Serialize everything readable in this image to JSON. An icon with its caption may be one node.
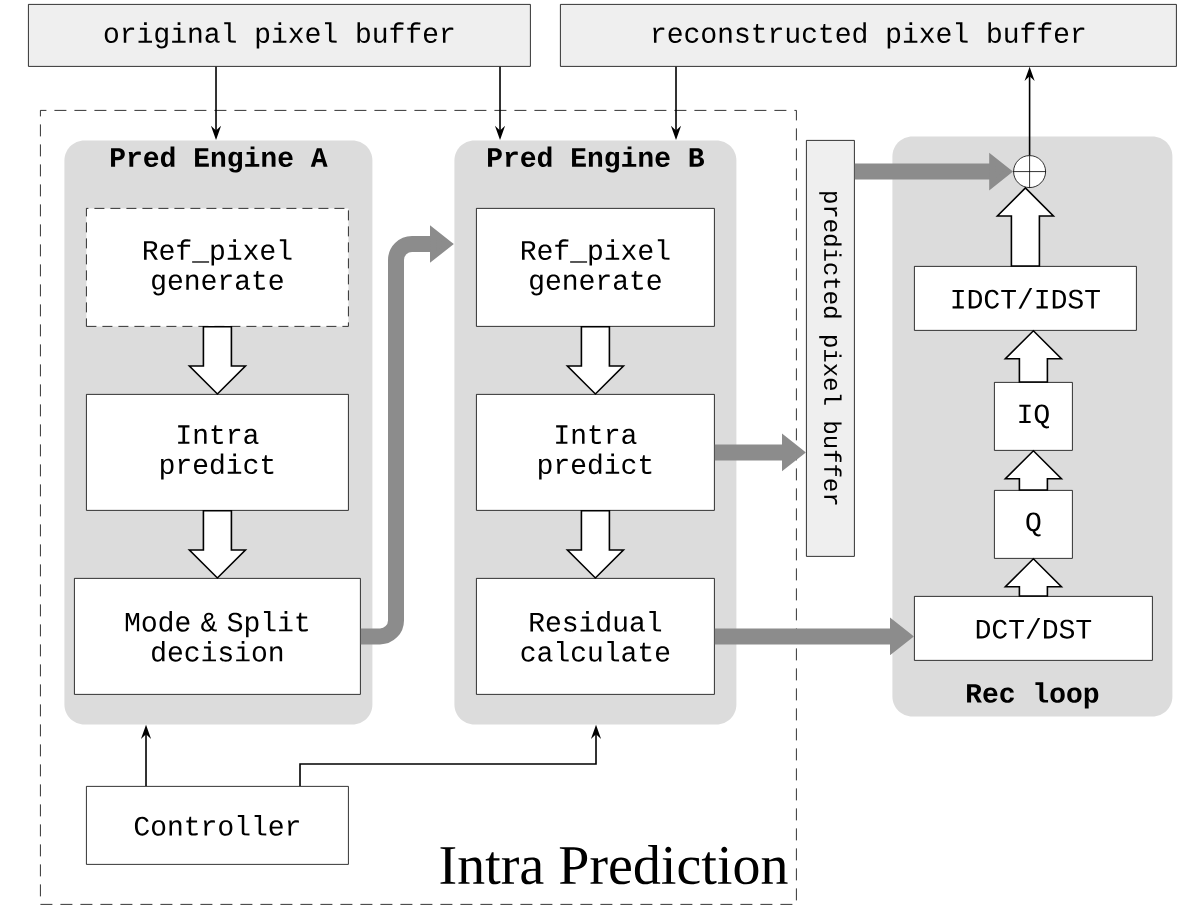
{
  "diagram": {
    "nodes": [
      {
        "text": [
          "original pixel buffer"
        ]
      },
      {
        "text": [
          "reconstructed pixel buffer"
        ]
      },
      {
        "text": [
          "Intra Prediction"
        ]
      },
      {
        "text": [
          "Pred Engine A"
        ],
        "in": 2
      },
      {
        "text": [
          "Ref_pixel generate"
        ],
        "in": 3
      },
      {
        "text": [
          "Intra predict"
        ],
        "in": 3
      },
      {
        "text": [
          "Mode & Split decision"
        ],
        "in": 3
      },
      {
        "text": [
          "Pred Engine B"
        ],
        "in": 2
      },
      {
        "text": [
          "Ref_pixel generate"
        ],
        "in": 7
      },
      {
        "text": [
          "Intra predict"
        ],
        "in": 7
      },
      {
        "text": [
          "Residual calculate"
        ],
        "in": 7
      },
      {
        "text": [
          "Controller"
        ],
        "in": 2
      },
      {
        "text": [
          "predicted pixel buffer"
        ]
      },
      {
        "text": [
          "Rec loop"
        ]
      },
      {
        "text": [],
        "shape": "circle",
        "in": 13
      },
      {
        "text": [
          "IDCT/IDST"
        ],
        "in": 13
      },
      {
        "text": [
          "IQ"
        ],
        "in": 13
      },
      {
        "text": [
          "Q"
        ],
        "in": 13
      },
      {
        "text": [
          "DCT/DST"
        ],
        "in": 13
      }
    ],
    "edges": [
      {
        "from": 0,
        "to": 3,
        "arrow": "to"
      },
      {
        "from": 0,
        "to": 7,
        "arrow": "to"
      },
      {
        "from": 1,
        "to": 7,
        "arrow": "to"
      },
      {
        "from": 14,
        "to": 1,
        "arrow": "to"
      },
      {
        "from": 11,
        "to": 3,
        "arrow": "to"
      },
      {
        "from": 11,
        "to": 7,
        "arrow": "to"
      },
      {
        "from": 4,
        "to": 5,
        "arrow": "to",
        "style": "thick",
        "color": "#ffffff"
      },
      {
        "from": 5,
        "to": 6,
        "arrow": "to",
        "style": "thick",
        "color": "#ffffff"
      },
      {
        "from": 8,
        "to": 9,
        "arrow": "to",
        "style": "thick",
        "color": "#ffffff"
      },
      {
        "from": 9,
        "to": 10,
        "arrow": "to",
        "style": "thick",
        "color": "#ffffff"
      },
      {
        "from": 18,
        "to": 17,
        "arrow": "to",
        "style": "thick",
        "color": "#ffffff"
      },
      {
        "from": 17,
        "to": 16,
        "arrow": "to",
        "style": "thick",
        "color": "#ffffff"
      },
      {
        "from": 16,
        "to": 15,
        "arrow": "to",
        "style": "thick",
        "color": "#ffffff"
      },
      {
        "from": 15,
        "to": 14,
        "arrow": "to",
        "style": "thick",
        "color": "#ffffff"
      },
      {
        "from": 6,
        "to": 7,
        "arrow": "to",
        "style": "thick",
        "color": "#8c8c8c"
      },
      {
        "from": 9,
        "to": 12,
        "arrow": "to",
        "style": "thick",
        "color": "#8c8c8c"
      },
      {
        "from": 12,
        "to": 14,
        "arrow": "to",
        "style": "thick",
        "color": "#8c8c8c"
      },
      {
        "from": 10,
        "to": 18,
        "arrow": "to",
        "style": "thick",
        "color": "#8c8c8c"
      }
    ]
  }
}
